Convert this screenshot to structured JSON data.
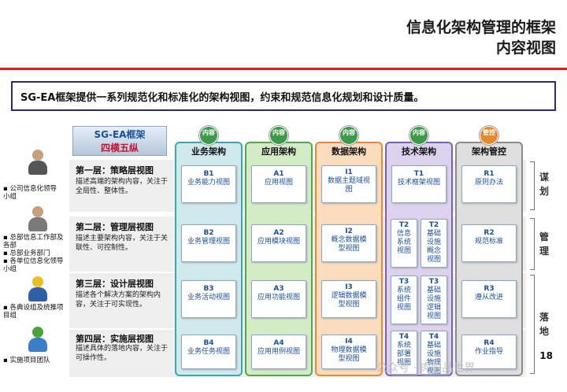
{
  "title": {
    "line1": "信息化架构管理的框架",
    "line2": "内容视图"
  },
  "banner": "SG-EA框架提供一系列规范化和标准化的架构视图，约束和规范信息化规划和设计质量。",
  "framework": {
    "name": "SG-EA框架",
    "subtitle": "四横五纵"
  },
  "columns": [
    {
      "badge": "内容",
      "label": "业务架构"
    },
    {
      "badge": "内容",
      "label": "应用架构"
    },
    {
      "badge": "内容",
      "label": "数据架构"
    },
    {
      "badge": "内容",
      "label": "技术架构"
    },
    {
      "badge": "管控",
      "label": "架构管控"
    }
  ],
  "layers": [
    {
      "title": "第一层：策略层视图",
      "desc": "描述高端的架构内容，关注于全局性、整体性。",
      "people": "公司信息化领导小组"
    },
    {
      "title": "第二层：管理层视图",
      "desc": "描述主要架构内容，关注于关联性、可控制性。",
      "people": "总部信息工作部及各部\n总部业务部门\n各单位信息化领导小组"
    },
    {
      "title": "第三层：设计层视图",
      "desc": "描述各个解决方案的架构内容，关注于可实现性。",
      "people": "各典设组及统推项目组"
    },
    {
      "title": "第四层：实施层视图",
      "desc": "描述具体的落地内容，关注于可操作性。",
      "people": "实施项目团队"
    }
  ],
  "cells": {
    "b1": {
      "code": "B1",
      "name": "业务能力视图"
    },
    "b2": {
      "code": "B2",
      "name": "业务管理视图"
    },
    "b3": {
      "code": "B3",
      "name": "业务活动视图"
    },
    "b4": {
      "code": "B4",
      "name": "业务任务视图"
    },
    "a1": {
      "code": "A1",
      "name": "应用视图"
    },
    "a2": {
      "code": "A2",
      "name": "应用模块视图"
    },
    "a3": {
      "code": "A3",
      "name": "应用功能视图"
    },
    "a4": {
      "code": "A4",
      "name": "应用用例视图"
    },
    "i1": {
      "code": "I1",
      "name": "数据主题域视图"
    },
    "i2": {
      "code": "I2",
      "name": "概念数据模型视图"
    },
    "i3": {
      "code": "I3",
      "name": "逻辑数据模型视图"
    },
    "i4": {
      "code": "I4",
      "name": "物理数据模型视图"
    },
    "t1": {
      "code": "T1",
      "name": "技术框架视图"
    },
    "t2a": {
      "code": "T2",
      "name": "信息系统视图"
    },
    "t2b": {
      "code": "T2",
      "name": "基础设施概念视图"
    },
    "t3a": {
      "code": "T3",
      "name": "系统组件视图"
    },
    "t3b": {
      "code": "T3",
      "name": "基础设施逻辑视图"
    },
    "t4a": {
      "code": "T4",
      "name": "系统部署视图"
    },
    "t4b": {
      "code": "T4",
      "name": "基础设施物理视图"
    },
    "r1": {
      "code": "R1",
      "name": "原则办法"
    },
    "r2": {
      "code": "R2",
      "name": "规范标准"
    },
    "r3": {
      "code": "R3",
      "name": "遵从改进"
    },
    "r4": {
      "code": "R4",
      "name": "作业指导"
    }
  },
  "side_labels": [
    "谋划",
    "管理",
    "落地"
  ],
  "page_number": "18",
  "watermark": "公众号 · 肉眼品世界",
  "colors": {
    "business": "#3aa6ae",
    "application": "#52a84a",
    "data": "#e68a3a",
    "technology": "#7b5fb6",
    "governance": "#8b8b8b",
    "accent": "#d22222"
  }
}
